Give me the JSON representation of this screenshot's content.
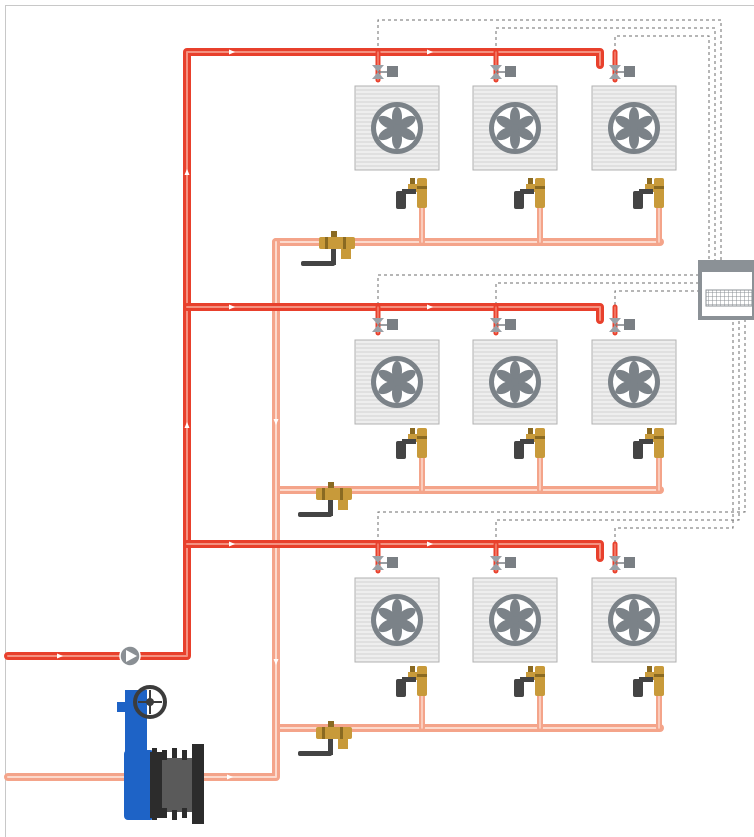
{
  "diagram": {
    "colors": {
      "supply": "#e8402c",
      "supply_highlight": "#f59a8a",
      "return": "#f4a48a",
      "return_highlight": "#fde0d4",
      "control_line": "#6e6e6e",
      "unit_body": "#eeeeee",
      "unit_border": "#b0b0b0",
      "fan": "#7b8288",
      "valve_brass": "#c89a3a",
      "valve_dark": "#444444",
      "actuator": "#7a7f84",
      "pump": "#8a8f94",
      "butterfly_valve": "#1e63c6",
      "controller": "#8b9196"
    },
    "levels": [
      {
        "name": "level-top",
        "units": 3
      },
      {
        "name": "level-middle",
        "units": 3
      },
      {
        "name": "level-bottom",
        "units": 3
      }
    ],
    "icons": {
      "fan_coil": "fan-icon",
      "control_valve": "two-way-valve-icon",
      "actuator": "actuator-icon",
      "balancing_valve": "balancing-valve-icon",
      "pump": "pump-icon",
      "butterfly_valve": "butterfly-valve-icon",
      "controller": "controller-icon"
    }
  }
}
